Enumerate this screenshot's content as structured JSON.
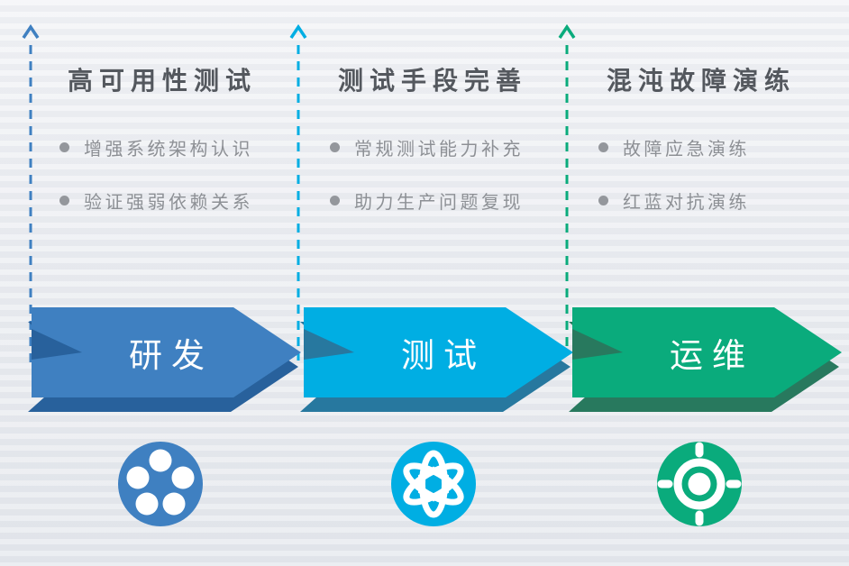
{
  "columns": [
    {
      "header": "高可用性测试",
      "bullets": [
        "增强系统架构认识",
        "验证强弱依赖关系"
      ],
      "stage": "研发",
      "color": "#3f80c1",
      "shade": "#28619c",
      "icon": "film-reel-icon"
    },
    {
      "header": "测试手段完善",
      "bullets": [
        "常规测试能力补充",
        "助力生产问题复现"
      ],
      "stage": "测试",
      "color": "#00aee3",
      "shade": "#27789f",
      "icon": "atom-icon"
    },
    {
      "header": "混沌故障演练",
      "bullets": [
        "故障应急演练",
        "红蓝对抗演练"
      ],
      "stage": "运维",
      "color": "#0aab7c",
      "shade": "#28795e",
      "icon": "target-icon"
    }
  ],
  "text_colors": {
    "header": "#54585e",
    "bullet": "#8d9095"
  }
}
